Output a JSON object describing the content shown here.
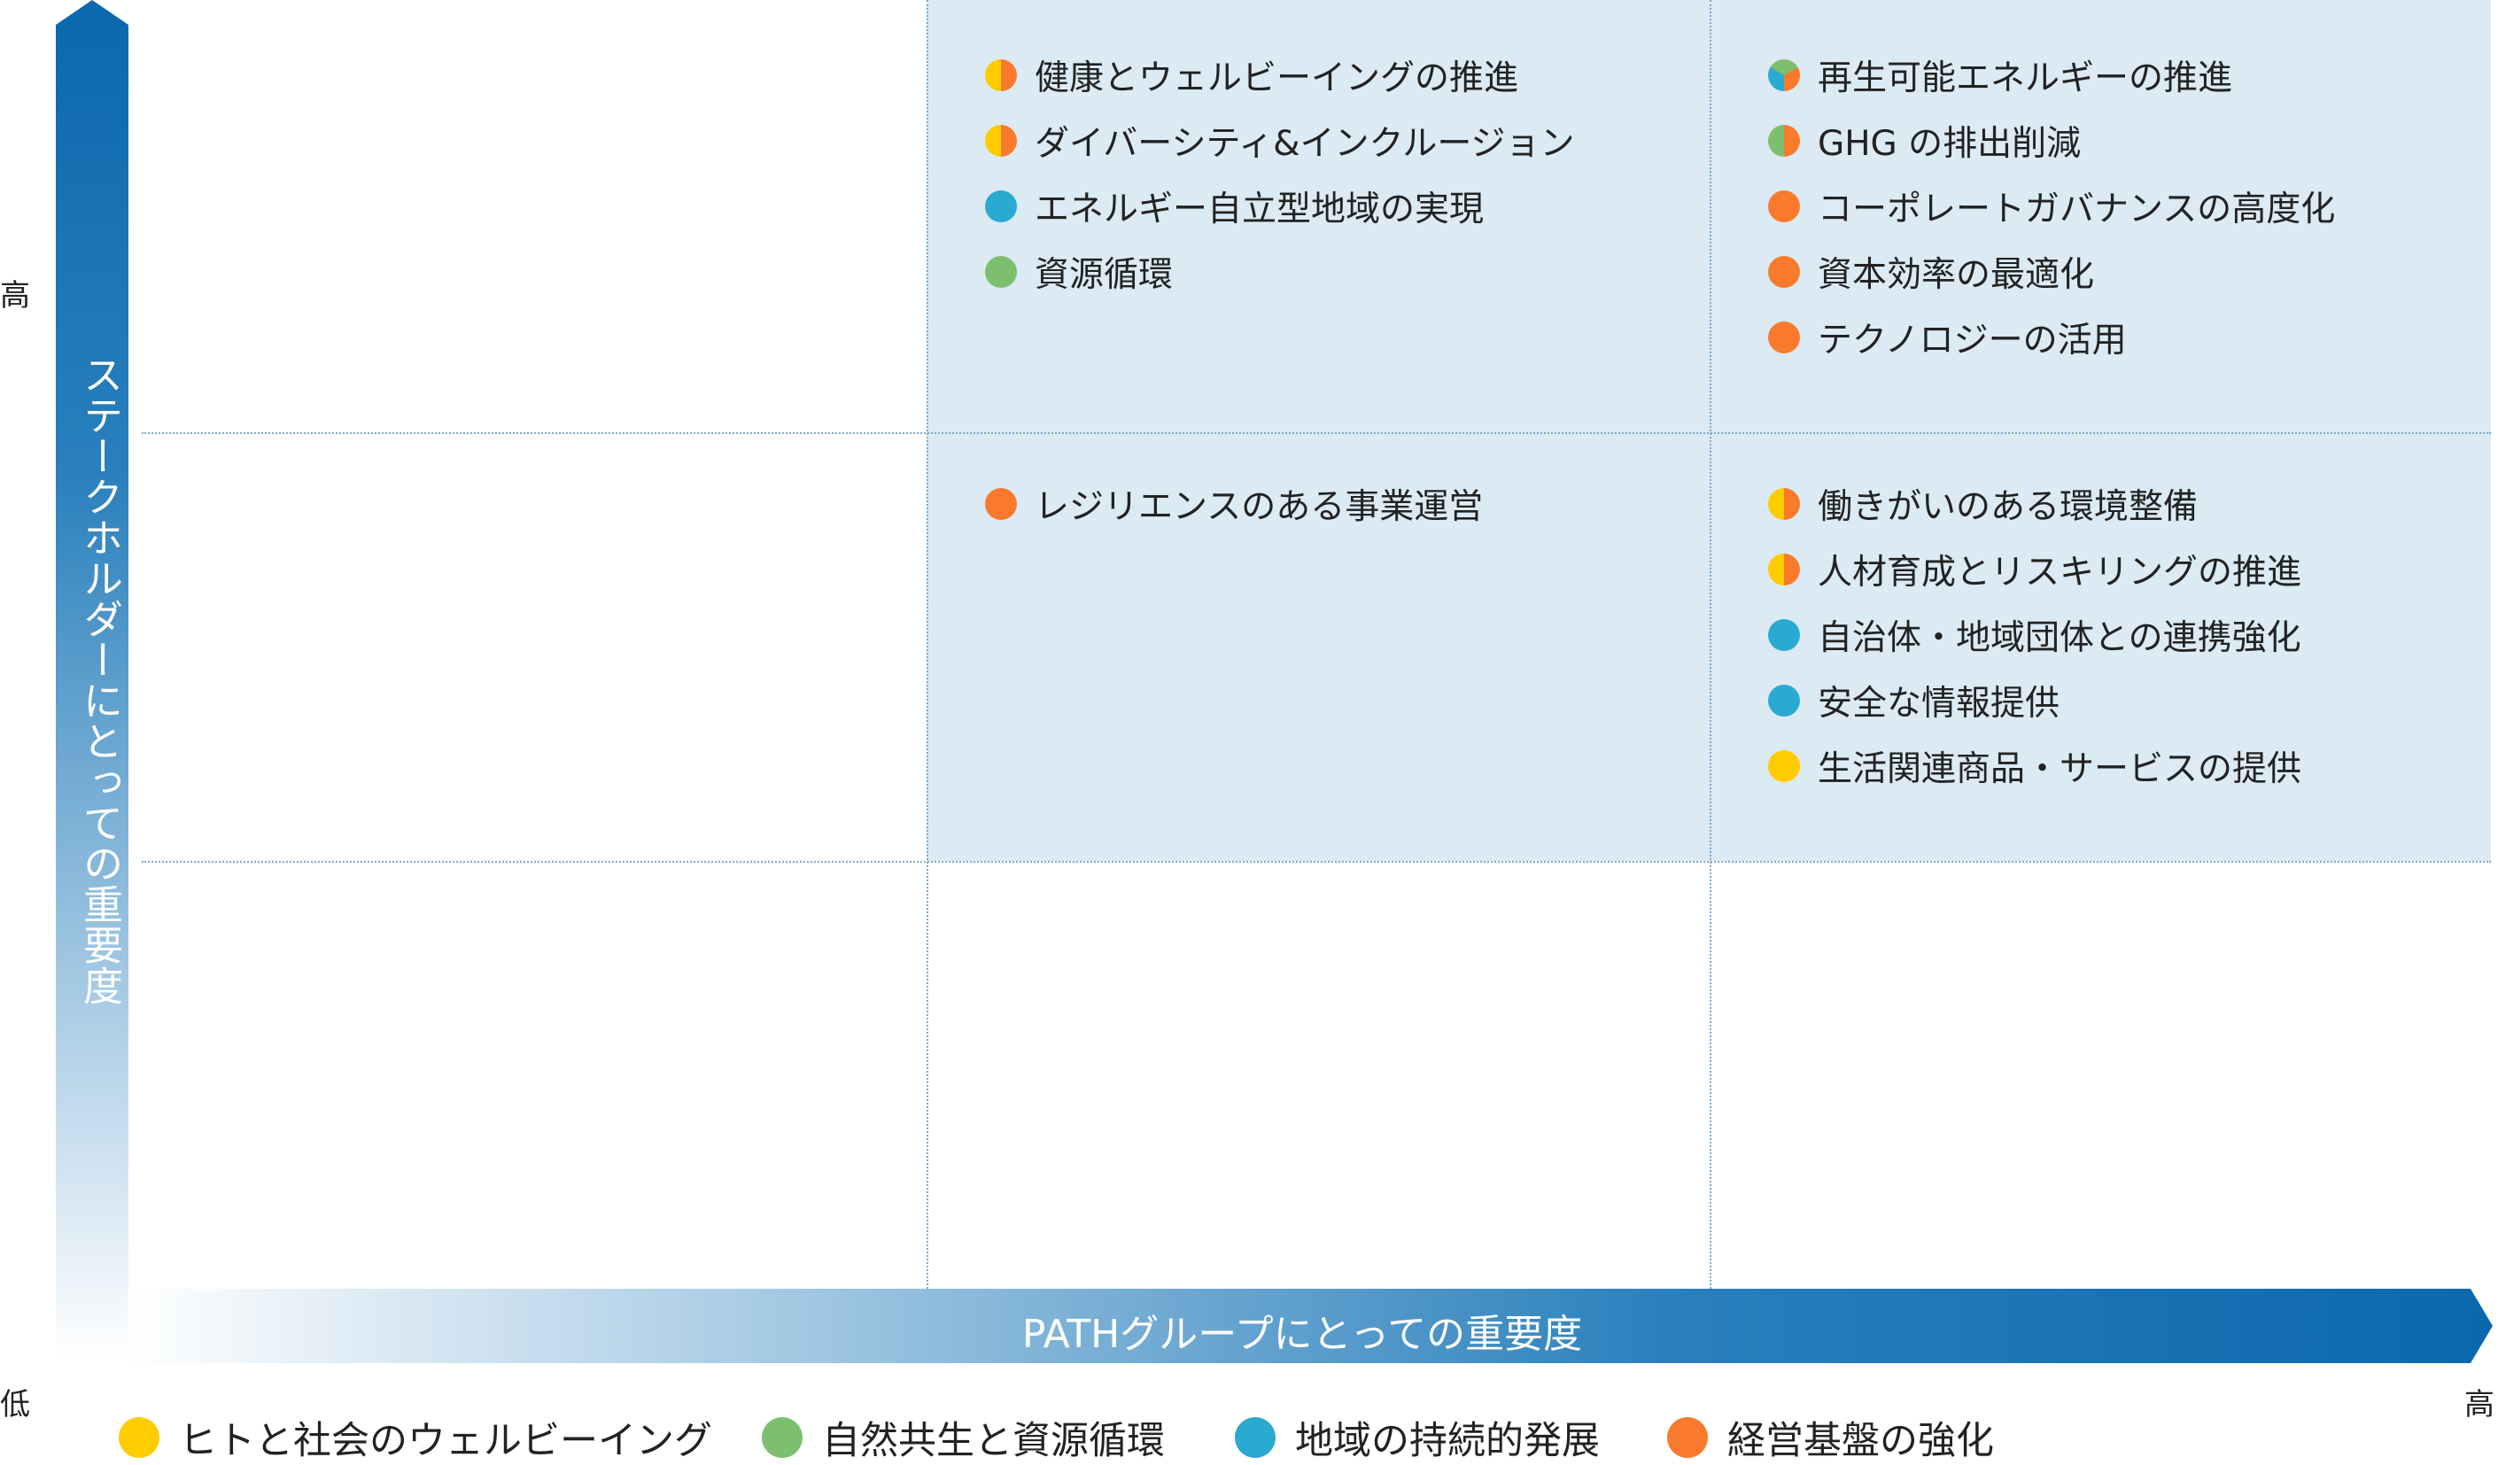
{
  "axes": {
    "y_label": "ステークホルダーにとっての重要度",
    "x_label": "PATHグループにとっての重要度",
    "y_high": "高",
    "low": "低",
    "x_high": "高"
  },
  "colors": {
    "people": "#ffcc00",
    "nature": "#7dbf6f",
    "region": "#2aaad0",
    "management": "#f97a2c",
    "highlight_zone": "#dbeaf3",
    "arrow": "#0a68ad"
  },
  "cells": {
    "top_middle": [
      {
        "label": "健康とウェルビーイングの推進",
        "categories": [
          "people",
          "management"
        ]
      },
      {
        "label": "ダイバーシティ&インクルージョン",
        "categories": [
          "people",
          "management"
        ]
      },
      {
        "label": "エネルギー自立型地域の実現",
        "categories": [
          "region"
        ]
      },
      {
        "label": "資源循環",
        "categories": [
          "nature"
        ]
      }
    ],
    "top_right": [
      {
        "label": "再生可能エネルギーの推進",
        "categories": [
          "region",
          "nature",
          "management"
        ]
      },
      {
        "label": "GHG の排出削減",
        "categories": [
          "nature",
          "management"
        ]
      },
      {
        "label": "コーポレートガバナンスの高度化",
        "categories": [
          "management"
        ]
      },
      {
        "label": "資本効率の最適化",
        "categories": [
          "management"
        ]
      },
      {
        "label": "テクノロジーの活用",
        "categories": [
          "management"
        ]
      }
    ],
    "mid_middle": [
      {
        "label": "レジリエンスのある事業運営",
        "categories": [
          "management"
        ]
      }
    ],
    "mid_right": [
      {
        "label": "働きがいのある環境整備",
        "categories": [
          "people",
          "management"
        ]
      },
      {
        "label": "人材育成とリスキリングの推進",
        "categories": [
          "people",
          "management"
        ]
      },
      {
        "label": "自治体・地域団体との連携強化",
        "categories": [
          "region"
        ]
      },
      {
        "label": "安全な情報提供",
        "categories": [
          "region"
        ]
      },
      {
        "label": "生活関連商品・サービスの提供",
        "categories": [
          "people"
        ]
      }
    ]
  },
  "legend": [
    {
      "key": "people",
      "label": "ヒトと社会のウェルビーイング"
    },
    {
      "key": "nature",
      "label": "自然共生と資源循環"
    },
    {
      "key": "region",
      "label": "地域の持続的発展"
    },
    {
      "key": "management",
      "label": "経営基盤の強化"
    }
  ]
}
